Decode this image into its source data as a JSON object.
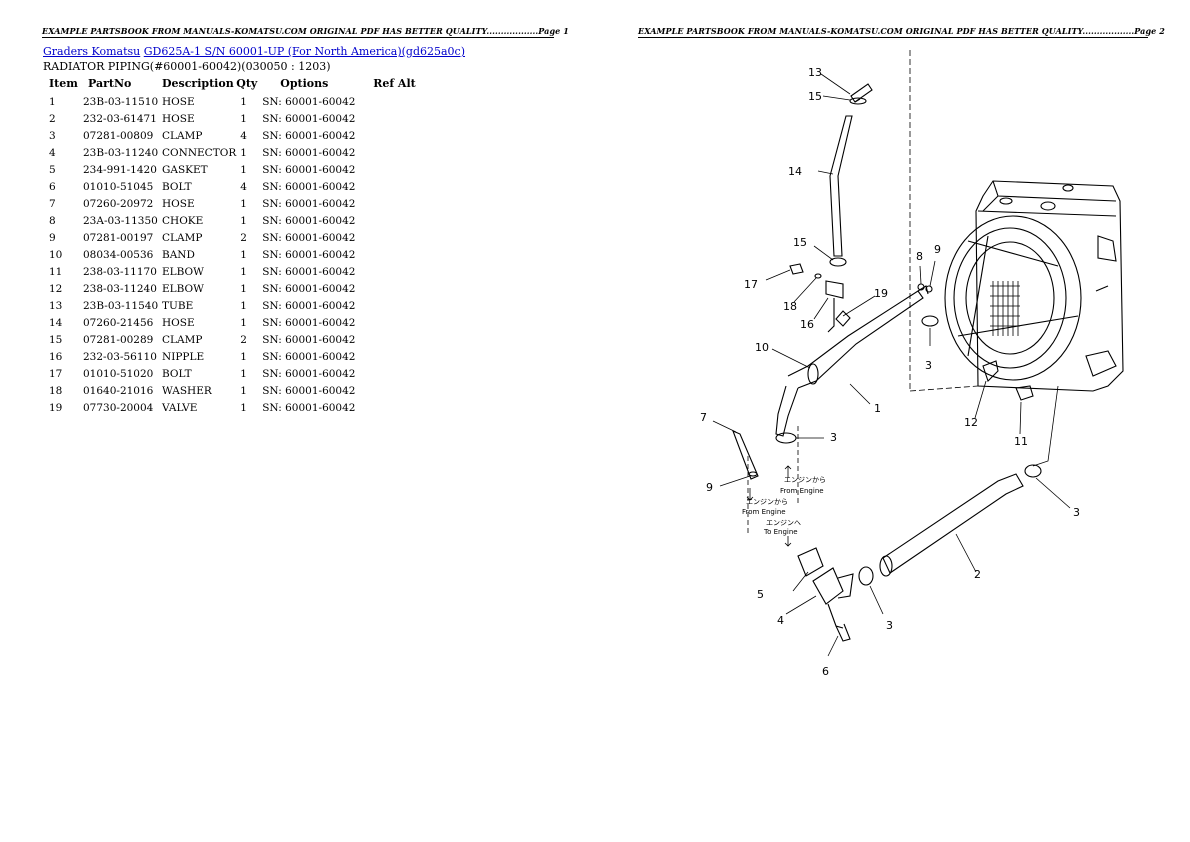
{
  "header": {
    "page1": "EXAMPLE PARTSBOOK FROM MANUALS-KOMATSU.COM ORIGINAL PDF HAS BETTER QUALITY..................Page 1",
    "page2": "EXAMPLE PARTSBOOK FROM MANUALS-KOMATSU.COM ORIGINAL PDF HAS BETTER QUALITY..................Page 2"
  },
  "breadcrumb": {
    "link1": "Graders Komatsu",
    "link2": "GD625A-1 S/N 60001-UP (For North America)(gd625a0c)"
  },
  "subtitle": "RADIATOR PIPING(#60001-60042)(030050 : 1203)",
  "table": {
    "headers": [
      "Item",
      "PartNo",
      "Description",
      "Qty",
      "Options",
      "Ref Alt"
    ],
    "rows": [
      [
        "1",
        "23B-03-11510",
        "HOSE",
        "1",
        "SN: 60001-60042"
      ],
      [
        "2",
        "232-03-61471",
        "HOSE",
        "1",
        "SN: 60001-60042"
      ],
      [
        "3",
        "07281-00809",
        "CLAMP",
        "4",
        "SN: 60001-60042"
      ],
      [
        "4",
        "23B-03-11240",
        "CONNECTOR",
        "1",
        "SN: 60001-60042"
      ],
      [
        "5",
        "234-991-1420",
        "GASKET",
        "1",
        "SN: 60001-60042"
      ],
      [
        "6",
        "01010-51045",
        "BOLT",
        "4",
        "SN: 60001-60042"
      ],
      [
        "7",
        "07260-20972",
        "HOSE",
        "1",
        "SN: 60001-60042"
      ],
      [
        "8",
        "23A-03-11350",
        "CHOKE",
        "1",
        "SN: 60001-60042"
      ],
      [
        "9",
        "07281-00197",
        "CLAMP",
        "2",
        "SN: 60001-60042"
      ],
      [
        "10",
        "08034-00536",
        "BAND",
        "1",
        "SN: 60001-60042"
      ],
      [
        "11",
        "238-03-11170",
        "ELBOW",
        "1",
        "SN: 60001-60042"
      ],
      [
        "12",
        "238-03-11240",
        "ELBOW",
        "1",
        "SN: 60001-60042"
      ],
      [
        "13",
        "23B-03-11540",
        "TUBE",
        "1",
        "SN: 60001-60042"
      ],
      [
        "14",
        "07260-21456",
        "HOSE",
        "1",
        "SN: 60001-60042"
      ],
      [
        "15",
        "07281-00289",
        "CLAMP",
        "2",
        "SN: 60001-60042"
      ],
      [
        "16",
        "232-03-56110",
        "NIPPLE",
        "1",
        "SN: 60001-60042"
      ],
      [
        "17",
        "01010-51020",
        "BOLT",
        "1",
        "SN: 60001-60042"
      ],
      [
        "18",
        "01640-21016",
        "WASHER",
        "1",
        "SN: 60001-60042"
      ],
      [
        "19",
        "07730-20004",
        "VALVE",
        "1",
        "SN: 60001-60042"
      ]
    ]
  },
  "diagram": {
    "callouts": {
      "n1": "1",
      "n2": "2",
      "n3a": "3",
      "n3b": "3",
      "n3c": "3",
      "n3d": "3",
      "n4": "4",
      "n5": "5",
      "n6": "6",
      "n7": "7",
      "n8": "8",
      "n9a": "9",
      "n9b": "9",
      "n10": "10",
      "n11": "11",
      "n12": "12",
      "n13": "13",
      "n14": "14",
      "n15a": "15",
      "n15b": "15",
      "n16": "16",
      "n17": "17",
      "n18": "18",
      "n19": "19"
    },
    "notes": {
      "from_engine_jp1": "エンジンから",
      "from_engine1": "From Engine",
      "from_engine_jp2": "エンジンから",
      "from_engine2": "From Engine",
      "to_engine_jp": "エンジンへ",
      "to_engine": "To Engine"
    }
  }
}
